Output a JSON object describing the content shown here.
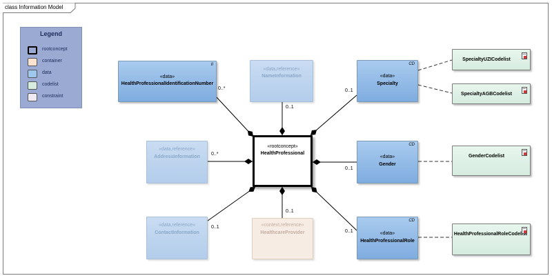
{
  "diagram": {
    "title": "class Information Model"
  },
  "legend": {
    "title": "Legend",
    "items": [
      {
        "label": "rootconcept",
        "color": "#ffffff"
      },
      {
        "label": "container",
        "color": "#fbe3cf"
      },
      {
        "label": "data",
        "color": "#9ec7ee"
      },
      {
        "label": "codelist",
        "color": "#d6ecdf"
      },
      {
        "label": "constraint",
        "color": "#f0eaf5"
      }
    ]
  },
  "nodes": {
    "hpid": {
      "stereotype": "«data»",
      "name": "HealthProfessionalIdentificationNumber",
      "tag": "II"
    },
    "nameinfo": {
      "stereotype": "«data,reference»",
      "name": "NameInformation"
    },
    "specialty": {
      "stereotype": "«data»",
      "name": "Specialty",
      "tag": "CD"
    },
    "address": {
      "stereotype": "«data,reference»",
      "name": "AddressInformation"
    },
    "root": {
      "stereotype": "«rootconcept»",
      "name": "HealthProfessional"
    },
    "gender": {
      "stereotype": "«data»",
      "name": "Gender",
      "tag": "CD"
    },
    "contact": {
      "stereotype": "«data,reference»",
      "name": "ContactInformation"
    },
    "provider": {
      "stereotype": "«context,reference»",
      "name": "HealthcareProvider"
    },
    "role": {
      "stereotype": "«data»",
      "name": "HealthProfessionalRole",
      "tag": "CD"
    }
  },
  "codelists": {
    "uzi": "SpecialtyUZICodelist",
    "agb": "SpecialtyAGBCodelist",
    "gender": "GenderCodelist",
    "role": "HealthProfessionalRoleCodelist"
  },
  "multiplicities": {
    "hpid": "0..*",
    "nameinfo": "0..1",
    "specialty": "0..1",
    "address": "0..*",
    "gender": "0..1",
    "contact": "0..1",
    "provider": "0..1",
    "role": "0..1"
  }
}
